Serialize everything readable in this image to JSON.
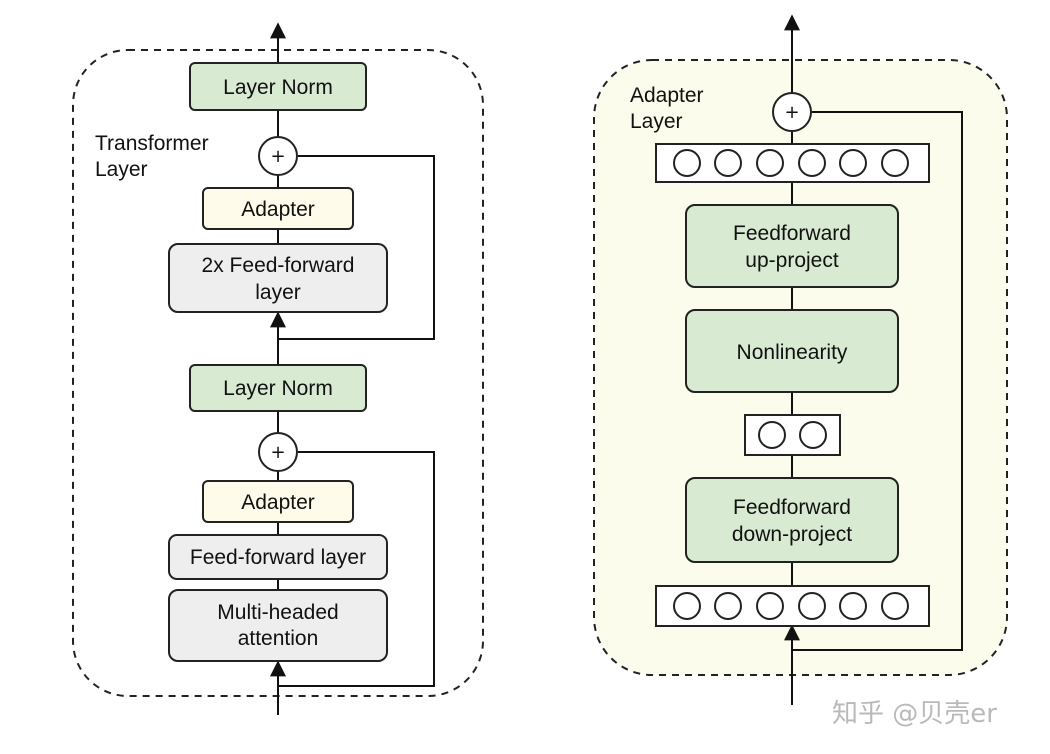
{
  "transformer_layer": {
    "title_line1": "Transformer",
    "title_line2": "Layer",
    "top_layer_norm": "Layer Norm",
    "top_adapter": "Adapter",
    "ffn_line1": "2x Feed-forward",
    "ffn_line2": "layer",
    "mid_layer_norm": "Layer Norm",
    "bottom_adapter": "Adapter",
    "ff_layer": "Feed-forward layer",
    "mha_line1": "Multi-headed",
    "mha_line2": "attention",
    "plus_symbol": "+"
  },
  "adapter_layer": {
    "title_line1": "Adapter",
    "title_line2": "Layer",
    "up_line1": "Feedforward",
    "up_line2": "up-project",
    "nonlinearity": "Nonlinearity",
    "down_line1": "Feedforward",
    "down_line2": "down-project",
    "plus_symbol": "+"
  },
  "watermark": "知乎 @贝壳er",
  "colors": {
    "green_fill": "#d9ead3",
    "cream_fill": "#fffbea",
    "gray_fill": "#eeeeee",
    "panel_fill": "#fcfcec"
  }
}
